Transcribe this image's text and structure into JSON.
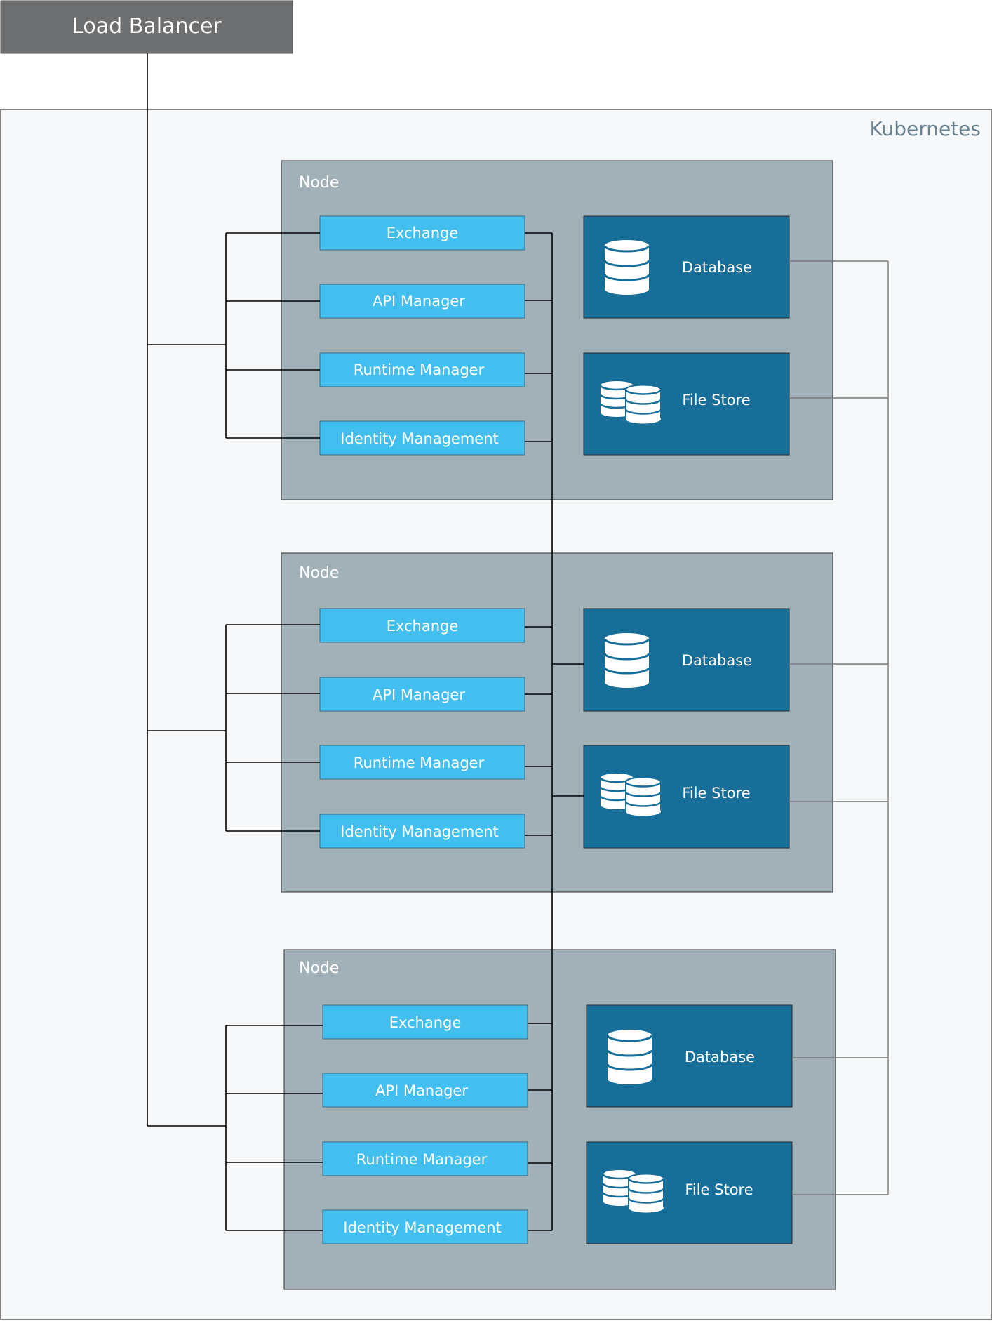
{
  "load_balancer": {
    "label": "Load Balancer"
  },
  "cluster": {
    "label": "Kubernetes"
  },
  "nodes": [
    {
      "label": "Node",
      "services": [
        "Exchange",
        "API Manager",
        "Runtime Manager",
        "Identity Management"
      ],
      "storage": [
        {
          "label": "Database",
          "icon": "database-icon"
        },
        {
          "label": "File Store",
          "icon": "file-store-icon"
        }
      ]
    },
    {
      "label": "Node",
      "services": [
        "Exchange",
        "API Manager",
        "Runtime Manager",
        "Identity Management"
      ],
      "storage": [
        {
          "label": "Database",
          "icon": "database-icon"
        },
        {
          "label": "File Store",
          "icon": "file-store-icon"
        }
      ]
    },
    {
      "label": "Node",
      "services": [
        "Exchange",
        "API Manager",
        "Runtime Manager",
        "Identity Management"
      ],
      "storage": [
        {
          "label": "Database",
          "icon": "database-icon"
        },
        {
          "label": "File Store",
          "icon": "file-store-icon"
        }
      ]
    }
  ],
  "colors": {
    "load_balancer_fill": "#6e6f71",
    "cluster_fill": "#f6f8fa",
    "cluster_label": "#6a8290",
    "node_fill": "#a2b1b8",
    "service_fill": "#42bfef",
    "storage_fill": "#176e99",
    "line": "#000000",
    "storage_line": "#7a7a7a"
  }
}
